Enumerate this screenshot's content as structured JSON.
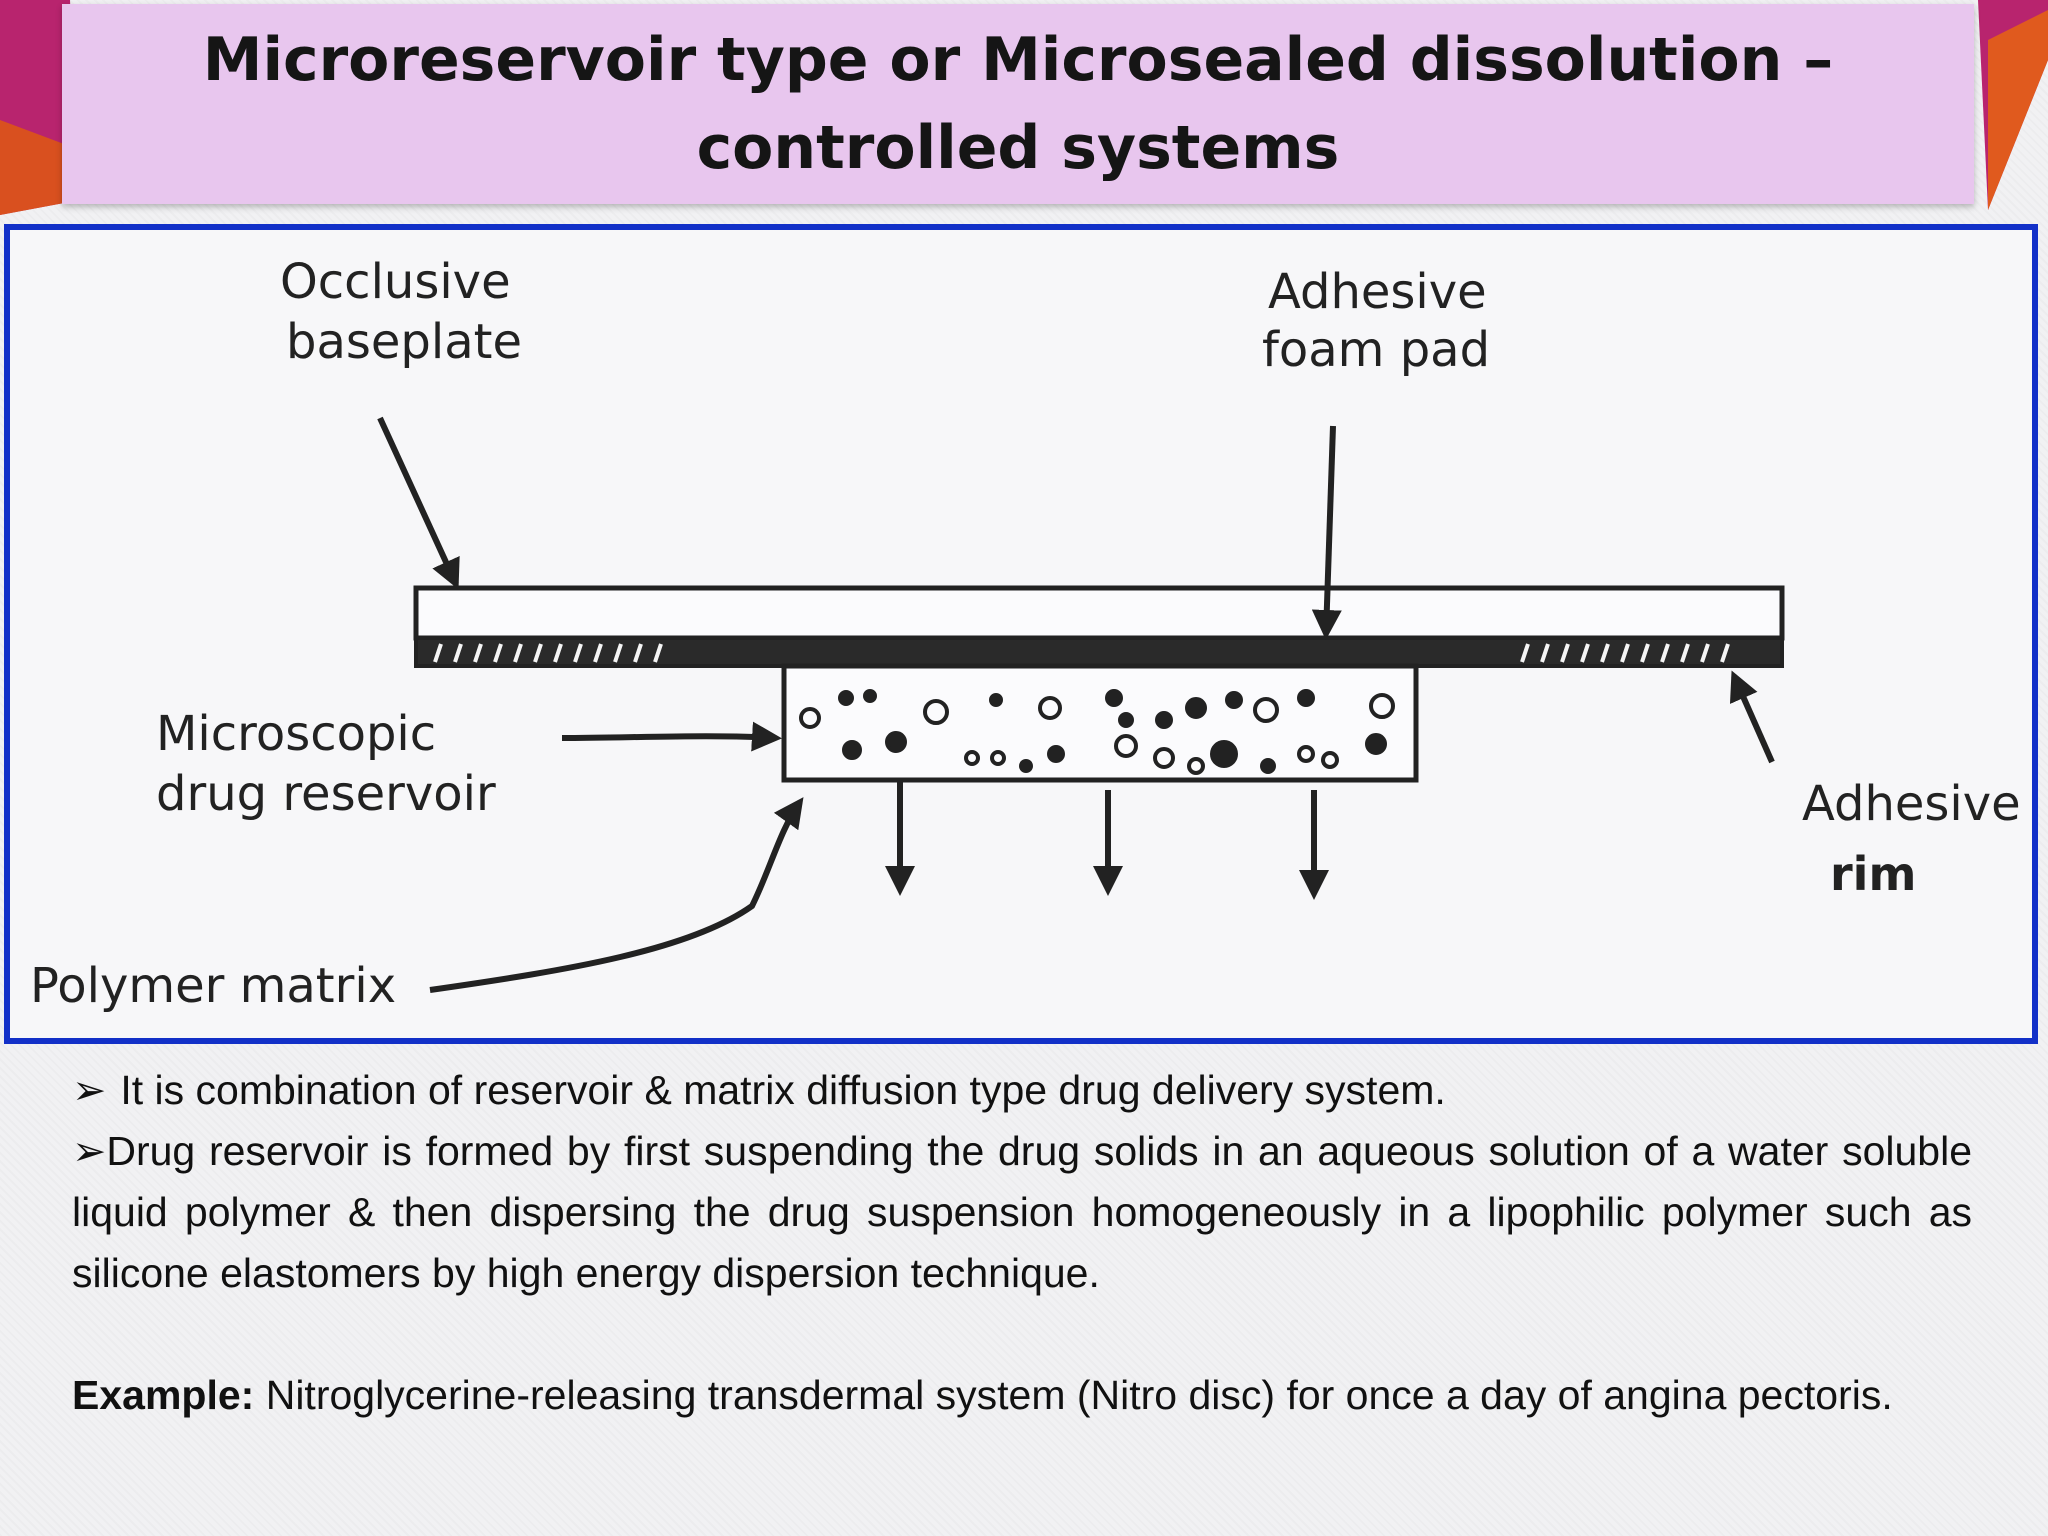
{
  "slide": {
    "title_line1": "Microreservoir type or Microsealed dissolution –",
    "title_line2": "controlled systems"
  },
  "diagram": {
    "labels": {
      "occlusive_line1": "Occlusive",
      "occlusive_line2": "baseplate",
      "adhesive_foam_line1": "Adhesive",
      "adhesive_foam_line2": "foam pad",
      "microscopic_line1": "Microscopic",
      "microscopic_line2": "drug reservoir",
      "adhesive_rim_line1": "Adhesive",
      "adhesive_rim_line2": "rim",
      "polymer_matrix": "Polymer matrix"
    }
  },
  "body": {
    "bullet_marker": "➢",
    "bullet1": "It is combination of reservoir & matrix diffusion type drug delivery system.",
    "bullet2": "Drug reservoir is formed by first suspending the drug solids in an aqueous solution of  a water soluble liquid polymer & then dispersing the drug suspension homogeneously in  a lipophilic polymer such as silicone elastomers by high energy dispersion technique.",
    "example_label": "Example:",
    "example_text": " Nitroglycerine-releasing transdermal system (Nitro disc) for once a day of angina pectoris."
  },
  "colors": {
    "title_band": "#e8c6ee",
    "figure_border": "#1230c8",
    "accent_left": "#c0267a",
    "accent_right": "#e05a1e"
  }
}
